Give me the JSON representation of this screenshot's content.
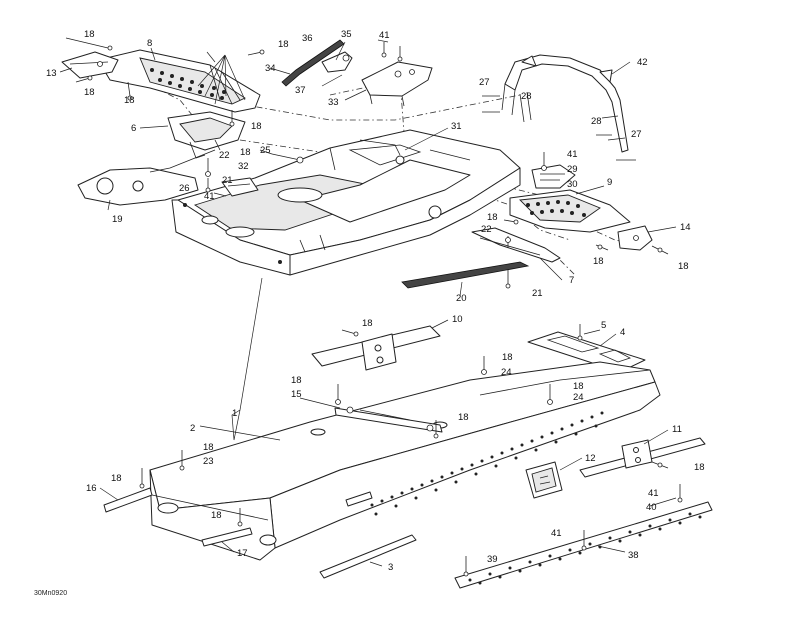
{
  "figure_code": "30Mn0920",
  "callouts": [
    {
      "id": "c18a",
      "text": "18"
    },
    {
      "id": "c8",
      "text": "8"
    },
    {
      "id": "c13",
      "text": "13"
    },
    {
      "id": "c18b",
      "text": "18"
    },
    {
      "id": "c18c",
      "text": "18"
    },
    {
      "id": "c18d",
      "text": "18"
    },
    {
      "id": "c36",
      "text": "36"
    },
    {
      "id": "c35",
      "text": "35"
    },
    {
      "id": "c41a",
      "text": "41"
    },
    {
      "id": "c34",
      "text": "34"
    },
    {
      "id": "c37",
      "text": "37"
    },
    {
      "id": "c33",
      "text": "33"
    },
    {
      "id": "c42",
      "text": "42"
    },
    {
      "id": "c27a",
      "text": "27"
    },
    {
      "id": "c28a",
      "text": "28"
    },
    {
      "id": "c6",
      "text": "6"
    },
    {
      "id": "c18e",
      "text": "18"
    },
    {
      "id": "c31",
      "text": "31"
    },
    {
      "id": "c28b",
      "text": "28"
    },
    {
      "id": "c27b",
      "text": "27"
    },
    {
      "id": "c22a",
      "text": "22"
    },
    {
      "id": "c18f",
      "text": "18"
    },
    {
      "id": "c25",
      "text": "25"
    },
    {
      "id": "c41b",
      "text": "41"
    },
    {
      "id": "c29",
      "text": "29"
    },
    {
      "id": "c32",
      "text": "32"
    },
    {
      "id": "c30",
      "text": "30"
    },
    {
      "id": "c26",
      "text": "26"
    },
    {
      "id": "c21a",
      "text": "21"
    },
    {
      "id": "c41c",
      "text": "41"
    },
    {
      "id": "c9",
      "text": "9"
    },
    {
      "id": "c19",
      "text": "19"
    },
    {
      "id": "c18g",
      "text": "18"
    },
    {
      "id": "c22b",
      "text": "22"
    },
    {
      "id": "c14",
      "text": "14"
    },
    {
      "id": "c18h",
      "text": "18"
    },
    {
      "id": "c18i",
      "text": "18"
    },
    {
      "id": "c7",
      "text": "7"
    },
    {
      "id": "c20",
      "text": "20"
    },
    {
      "id": "c21b",
      "text": "21"
    },
    {
      "id": "c18j",
      "text": "18"
    },
    {
      "id": "c10",
      "text": "10"
    },
    {
      "id": "c5",
      "text": "5"
    },
    {
      "id": "c4",
      "text": "4"
    },
    {
      "id": "c18k",
      "text": "18"
    },
    {
      "id": "c24a",
      "text": "24"
    },
    {
      "id": "c18l",
      "text": "18"
    },
    {
      "id": "c18m",
      "text": "18"
    },
    {
      "id": "c15",
      "text": "15"
    },
    {
      "id": "c24b",
      "text": "24"
    },
    {
      "id": "c1",
      "text": "1"
    },
    {
      "id": "c18n",
      "text": "18"
    },
    {
      "id": "c2",
      "text": "2"
    },
    {
      "id": "c11",
      "text": "11"
    },
    {
      "id": "c18o",
      "text": "18"
    },
    {
      "id": "c23",
      "text": "23"
    },
    {
      "id": "c18p",
      "text": "18"
    },
    {
      "id": "c12",
      "text": "12"
    },
    {
      "id": "c18q",
      "text": "18"
    },
    {
      "id": "c16",
      "text": "16"
    },
    {
      "id": "c41d",
      "text": "41"
    },
    {
      "id": "c40",
      "text": "40"
    },
    {
      "id": "c18r",
      "text": "18"
    },
    {
      "id": "c17",
      "text": "17"
    },
    {
      "id": "c41e",
      "text": "41"
    },
    {
      "id": "c39",
      "text": "39"
    },
    {
      "id": "c38",
      "text": "38"
    },
    {
      "id": "c3",
      "text": "3"
    }
  ]
}
